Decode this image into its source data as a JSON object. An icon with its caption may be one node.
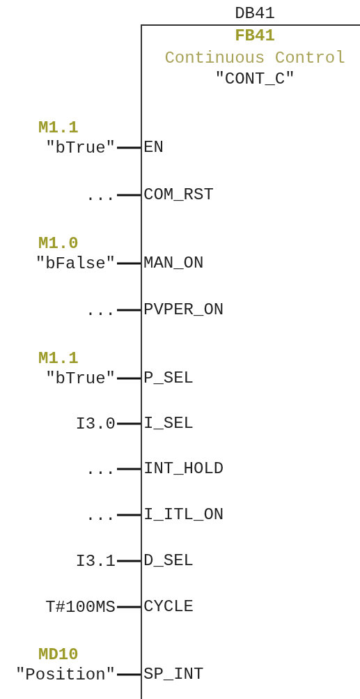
{
  "diagram": {
    "nodes": [
      {
        "text": [
          "DB41",
          "FB41",
          "Continuous Control",
          "\"CONT_C\""
        ]
      },
      {
        "text": [
          "M1.1",
          "\"bTrue\""
        ]
      },
      {
        "text": [
          "EN"
        ],
        "in": 0
      },
      {
        "text": [
          "..."
        ]
      },
      {
        "text": [
          "COM_RST"
        ],
        "in": 0
      },
      {
        "text": [
          "M1.0",
          "\"bFalse\""
        ]
      },
      {
        "text": [
          "MAN_ON"
        ],
        "in": 0
      },
      {
        "text": [
          "..."
        ]
      },
      {
        "text": [
          "PVPER_ON"
        ],
        "in": 0
      },
      {
        "text": [
          "M1.1",
          "\"bTrue\""
        ]
      },
      {
        "text": [
          "P_SEL"
        ],
        "in": 0
      },
      {
        "text": [
          "I3.0"
        ]
      },
      {
        "text": [
          "I_SEL"
        ],
        "in": 0
      },
      {
        "text": [
          "..."
        ]
      },
      {
        "text": [
          "INT_HOLD"
        ],
        "in": 0
      },
      {
        "text": [
          "..."
        ]
      },
      {
        "text": [
          "I_ITL_ON"
        ],
        "in": 0
      },
      {
        "text": [
          "I3.1"
        ]
      },
      {
        "text": [
          "D_SEL"
        ],
        "in": 0
      },
      {
        "text": [
          "T#100MS"
        ]
      },
      {
        "text": [
          "CYCLE"
        ],
        "in": 0
      },
      {
        "text": [
          "MD10",
          "\"Position\""
        ]
      },
      {
        "text": [
          "SP_INT"
        ],
        "in": 0
      }
    ],
    "edges": [
      {
        "from": 1,
        "to": 2,
        "arrow": "none"
      },
      {
        "from": 3,
        "to": 4,
        "arrow": "none"
      },
      {
        "from": 5,
        "to": 6,
        "arrow": "none"
      },
      {
        "from": 7,
        "to": 8,
        "arrow": "none"
      },
      {
        "from": 9,
        "to": 10,
        "arrow": "none"
      },
      {
        "from": 11,
        "to": 12,
        "arrow": "none"
      },
      {
        "from": 13,
        "to": 14,
        "arrow": "none"
      },
      {
        "from": 15,
        "to": 16,
        "arrow": "none"
      },
      {
        "from": 17,
        "to": 18,
        "arrow": "none"
      },
      {
        "from": 19,
        "to": 20,
        "arrow": "none"
      },
      {
        "from": 21,
        "to": 22,
        "arrow": "none"
      }
    ]
  }
}
